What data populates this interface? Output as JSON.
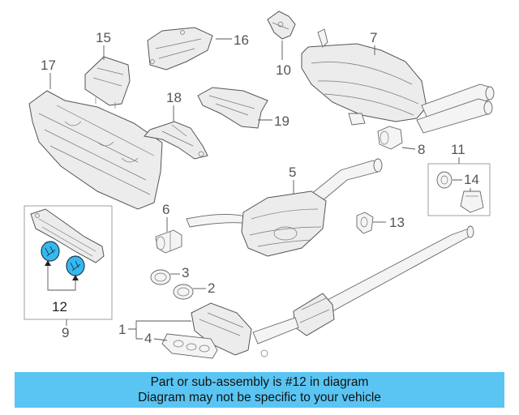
{
  "callouts": {
    "c1": "1",
    "c2": "2",
    "c3": "3",
    "c4": "4",
    "c5": "5",
    "c6": "6",
    "c7": "7",
    "c8": "8",
    "c9": "9",
    "c10": "10",
    "c11": "11",
    "c12": "12",
    "c13": "13",
    "c14": "14",
    "c15": "15",
    "c16": "16",
    "c17": "17",
    "c18": "18",
    "c19": "19"
  },
  "highlighted_part": "12",
  "colors": {
    "banner_bg": "#5ac5f3",
    "highlight": "#36b8ee"
  },
  "banner": {
    "line1": "Part or sub-assembly is #12 in diagram",
    "line2": "Diagram may not be specific to your vehicle"
  }
}
